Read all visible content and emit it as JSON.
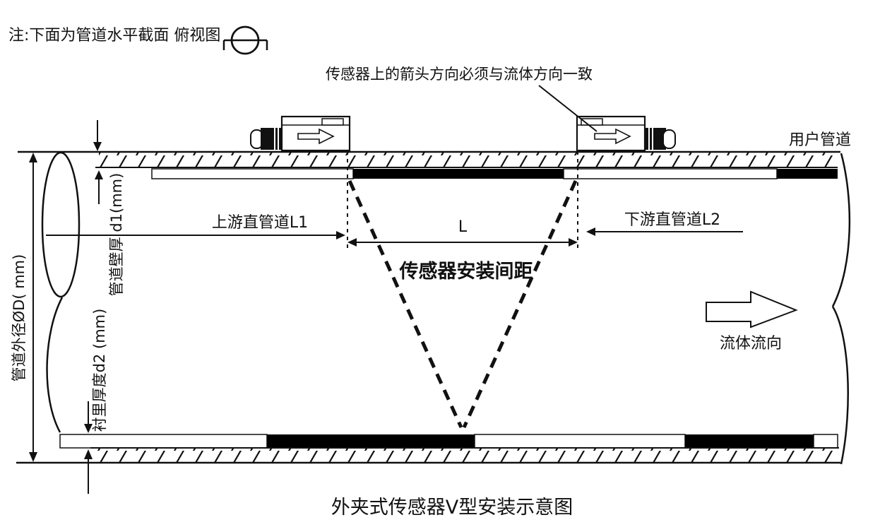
{
  "colors": {
    "ink": "#111111",
    "background": "#ffffff",
    "lining_fill": "#000000"
  },
  "note": {
    "text": "注:下面为管道水平截面 俯视图",
    "symbol": "top-view-projection-symbol"
  },
  "annotation": {
    "text": "传感器上的箭头方向必须与流体方向一致"
  },
  "pipe": {
    "user_pipe_label": "用户管道",
    "flow_label": "流体流向"
  },
  "dimensions": {
    "outer_diameter_label": "管道外径ØD( mm)",
    "wall_thickness_label": "管道壁厚 d1(mm)",
    "lining_thickness_label": "衬里厚度d2 (mm)",
    "upstream_label": "上游直管道L1",
    "downstream_label": "下游直管道L2",
    "spacing_symbol": "L",
    "spacing_label": "传感器安装间距"
  },
  "title": {
    "text": "外夹式传感器V型安装示意图"
  }
}
